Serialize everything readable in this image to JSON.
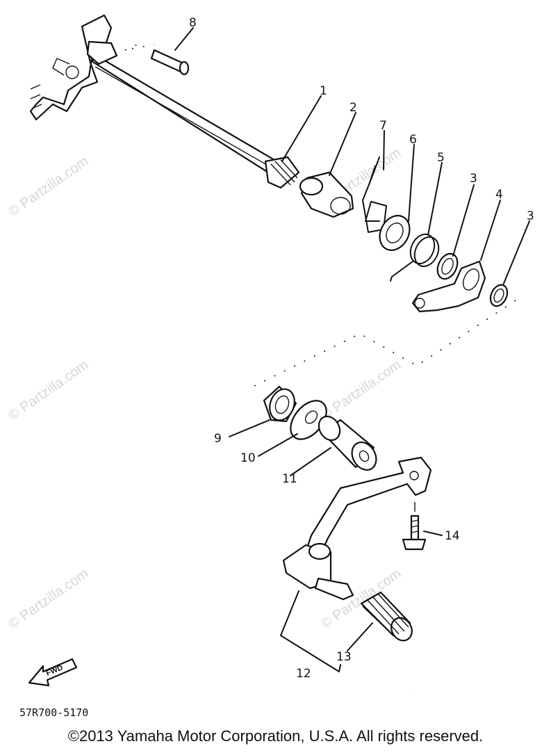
{
  "watermark": "© Partzilla.com",
  "callouts": [
    "1",
    "2",
    "3",
    "4",
    "5",
    "6",
    "7",
    "8",
    "9",
    "10",
    "11",
    "12",
    "13",
    "14"
  ],
  "direction_label": "FWD",
  "diagram_code": "57R700-5170",
  "copyright": "©2013 Yamaha Motor Corporation, U.S.A. All rights reserved."
}
